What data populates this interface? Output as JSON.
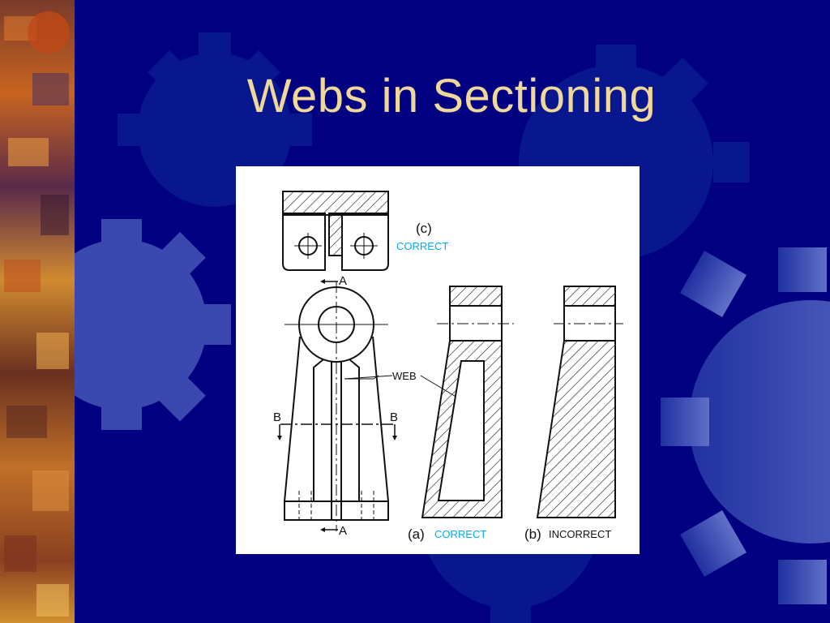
{
  "slide": {
    "title": "Webs in Sectioning",
    "title_color": "#f0d79a",
    "background_color": "#000080"
  },
  "figure": {
    "label_c": "(c)",
    "label_c_status": "CORRECT",
    "label_a": "(a)",
    "label_a_status": "CORRECT",
    "label_b": "(b)",
    "label_b_status": "INCORRECT",
    "web_label": "WEB",
    "section_a_top": "A",
    "section_a_bottom": "A",
    "section_b_left": "B",
    "section_b_right": "B",
    "correct_color": "#00aeef"
  }
}
